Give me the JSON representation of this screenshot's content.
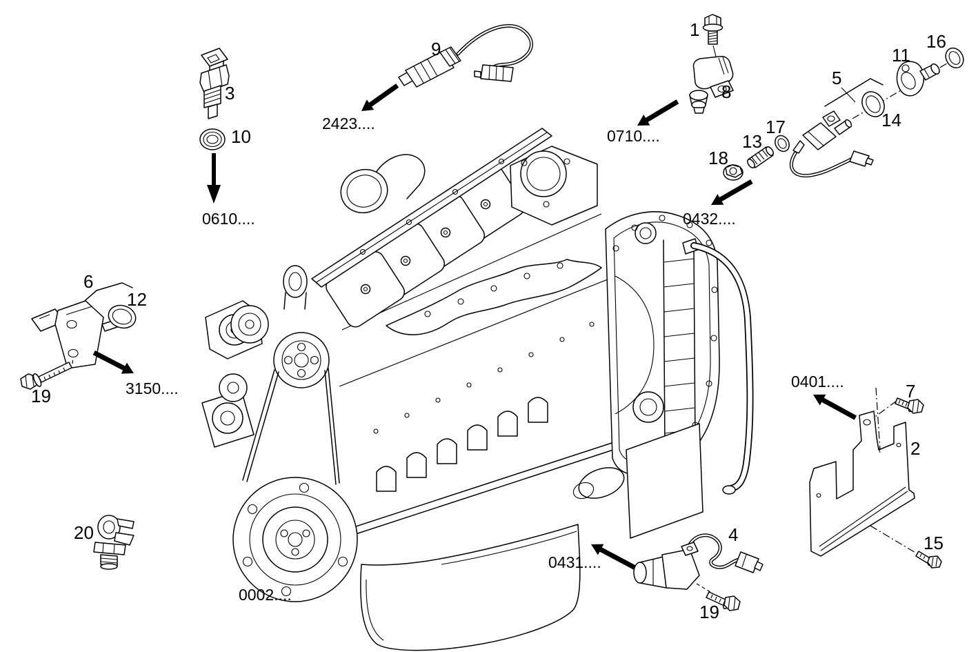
{
  "diagram": {
    "type": "exploded-parts-diagram",
    "subject": "engine-sensors-and-brackets",
    "background_color": "#ffffff",
    "line_color": "#000000"
  },
  "callouts": {
    "n1": "1",
    "n2": "2",
    "n3": "3",
    "n4": "4",
    "n5": "5",
    "n6": "6",
    "n7": "7",
    "n8": "8",
    "n9": "9",
    "n10": "10",
    "n11": "11",
    "n12": "12",
    "n13": "13",
    "n14": "14",
    "n15": "15",
    "n16": "16",
    "n17": "17",
    "n18": "18",
    "n19": "19",
    "n20": "20"
  },
  "ref_codes": {
    "r2423": "2423....",
    "r0610": "0610....",
    "r0710": "0710....",
    "r0432": "0432....",
    "r3150": "3150....",
    "r0401": "0401....",
    "r0431": "0431....",
    "r0002": "0002...."
  }
}
